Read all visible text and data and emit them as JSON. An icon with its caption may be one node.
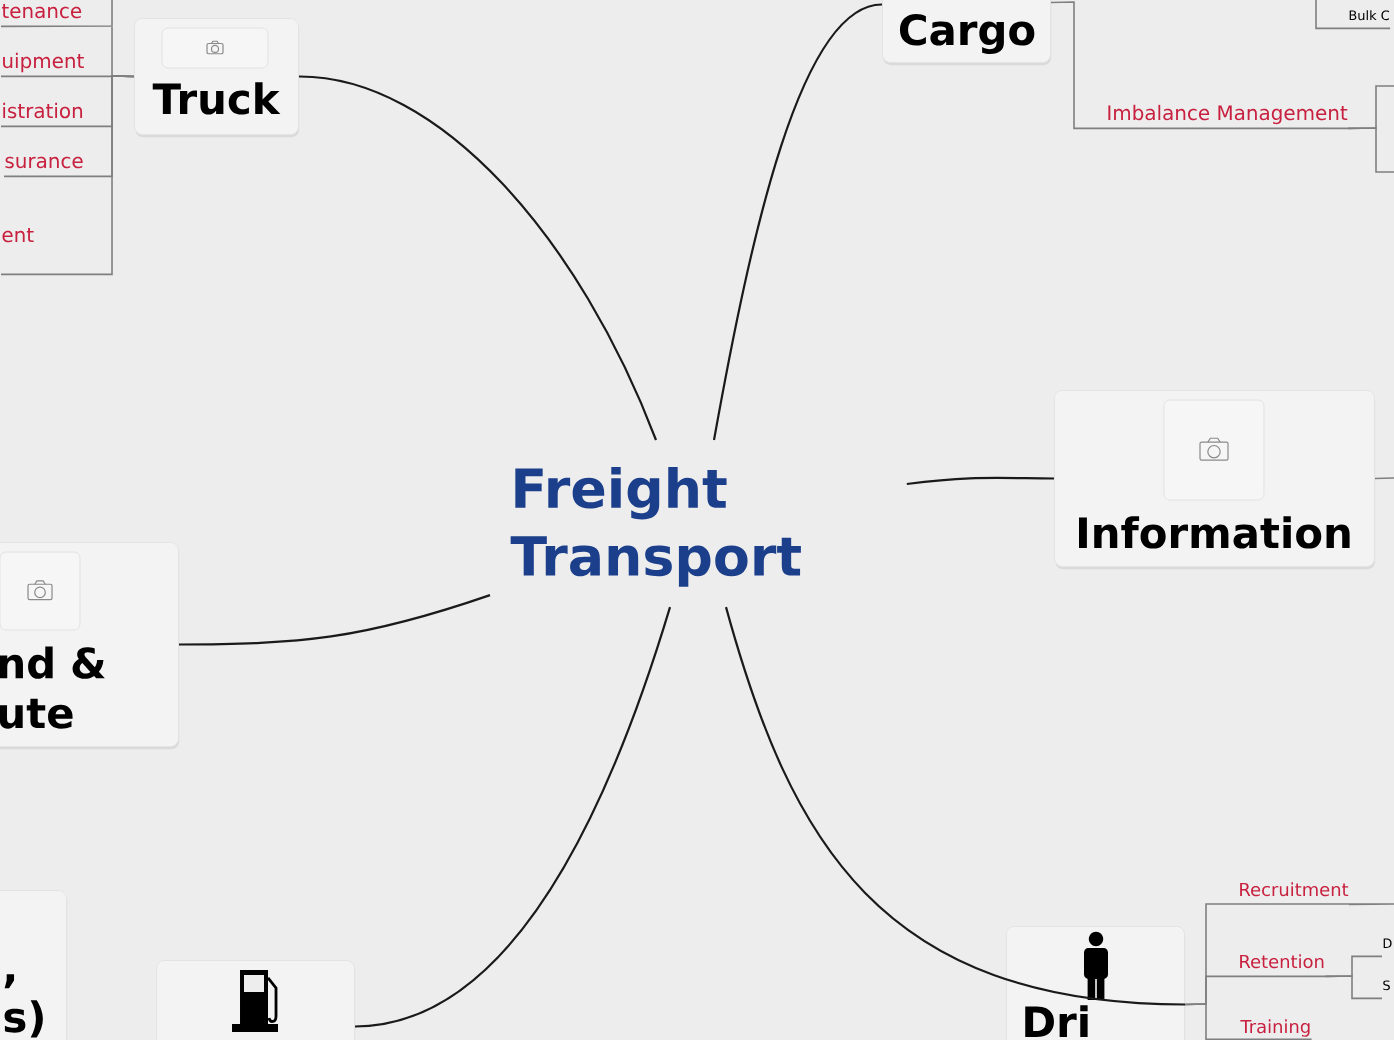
{
  "diagram": {
    "nodes": [
      {
        "text": [
          "Freight Transport"
        ]
      },
      {
        "text": [
          "Truck"
        ]
      },
      {
        "text": [
          "Cargo"
        ]
      },
      {
        "text": [
          "Information"
        ]
      },
      {
        "text": [
          "nd & ute"
        ]
      },
      {
        "text": [
          ", s)"
        ]
      },
      {
        "text": [],
        "shape": "box"
      },
      {
        "text": [
          "Dri"
        ]
      },
      {
        "text": [
          "tenance"
        ]
      },
      {
        "text": [
          "uipment"
        ]
      },
      {
        "text": [
          "istration"
        ]
      },
      {
        "text": [
          "surance"
        ]
      },
      {
        "text": [
          "ent"
        ]
      },
      {
        "text": [
          "Imbalance Management"
        ]
      },
      {
        "text": [
          "Bulk C"
        ]
      },
      {
        "text": [
          "Recruitment"
        ]
      },
      {
        "text": [
          "Retention"
        ]
      },
      {
        "text": [
          "Training"
        ]
      },
      {
        "text": [
          "D"
        ]
      },
      {
        "text": [
          "S"
        ]
      }
    ],
    "edges": [
      {
        "from": 0,
        "to": 1,
        "arrow": "none",
        "color": "#1a1a1a"
      },
      {
        "from": 0,
        "to": 2,
        "arrow": "none",
        "color": "#1a1a1a"
      },
      {
        "from": 0,
        "to": 3,
        "arrow": "none",
        "color": "#1a1a1a"
      },
      {
        "from": 0,
        "to": 4,
        "arrow": "none",
        "color": "#1a1a1a"
      },
      {
        "from": 0,
        "to": 6,
        "arrow": "none",
        "color": "#1a1a1a"
      },
      {
        "from": 0,
        "to": 7,
        "arrow": "none",
        "color": "#1a1a1a"
      },
      {
        "from": 1,
        "to": 8,
        "arrow": "none"
      },
      {
        "from": 1,
        "to": 9,
        "arrow": "none"
      },
      {
        "from": 1,
        "to": 10,
        "arrow": "none"
      },
      {
        "from": 1,
        "to": 11,
        "arrow": "none"
      },
      {
        "from": 1,
        "to": 12,
        "arrow": "none"
      },
      {
        "from": 2,
        "to": 13,
        "arrow": "none"
      },
      {
        "from": 13,
        "to": null,
        "arrow": "none"
      },
      {
        "from": 13,
        "to": null,
        "arrow": "none"
      },
      {
        "from": null,
        "to": 14,
        "arrow": "none"
      },
      {
        "from": 3,
        "to": null,
        "arrow": "none"
      },
      {
        "from": 7,
        "to": 15,
        "arrow": "none"
      },
      {
        "from": 7,
        "to": 16,
        "arrow": "none"
      },
      {
        "from": 7,
        "to": 17,
        "arrow": "none"
      },
      {
        "from": 16,
        "to": 18,
        "arrow": "none"
      },
      {
        "from": 16,
        "to": 19,
        "arrow": "none"
      }
    ]
  }
}
